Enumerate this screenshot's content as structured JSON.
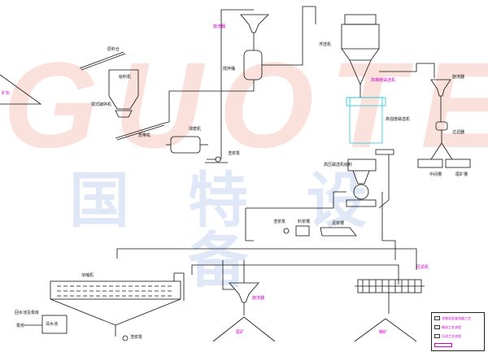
{
  "diagram": {
    "watermark": {
      "latin": "GUOTE",
      "cjk": "国特设备"
    },
    "colors": {
      "line": "#111111",
      "label": "#c800c8",
      "highlight": "#1ec8dc",
      "watermark_red": "#e85a3c",
      "watermark_blue": "#3c6ed2"
    },
    "labels": {
      "feed_hopper": "原料仓",
      "belt_feeder": "给料机",
      "jaw_crusher": "颚式破碎机",
      "belt_conveyor": "皮带机",
      "ball_mill": "球磨机",
      "pump_1": "渣浆泵",
      "cyclone_top": "旋流器",
      "agitator": "搅拌桶",
      "flotation_cell": "浮选机",
      "concentrator": "高梯度磁选机",
      "cyclone_right": "旋流器",
      "filter_tank": "过滤器",
      "high_intensity_separator": "高强度磁选机",
      "mag_separator_feed": "高压磁选机给料",
      "thickener_left": "中间槽",
      "thickener_right": "尾矿槽",
      "pump_2": "渣浆泵",
      "sump": "料浆槽",
      "slurry_tank": "泥浆槽",
      "thickener": "浓缩机",
      "return_water": "回水池及泵房",
      "return_pump": "泵房",
      "clear_water_tank": "清水池",
      "underflow_pump": "渣浆泵",
      "cyclone_bottom": "旋流器",
      "filter_press": "压滤机",
      "tailings_pile": "尾矿",
      "product_pile": "精矿",
      "ore_pile": "矿石"
    },
    "legend": {
      "items": [
        "浓缩池及旋流器工艺",
        "磁选工艺流程",
        "压滤工艺流程",
        ""
      ]
    }
  }
}
